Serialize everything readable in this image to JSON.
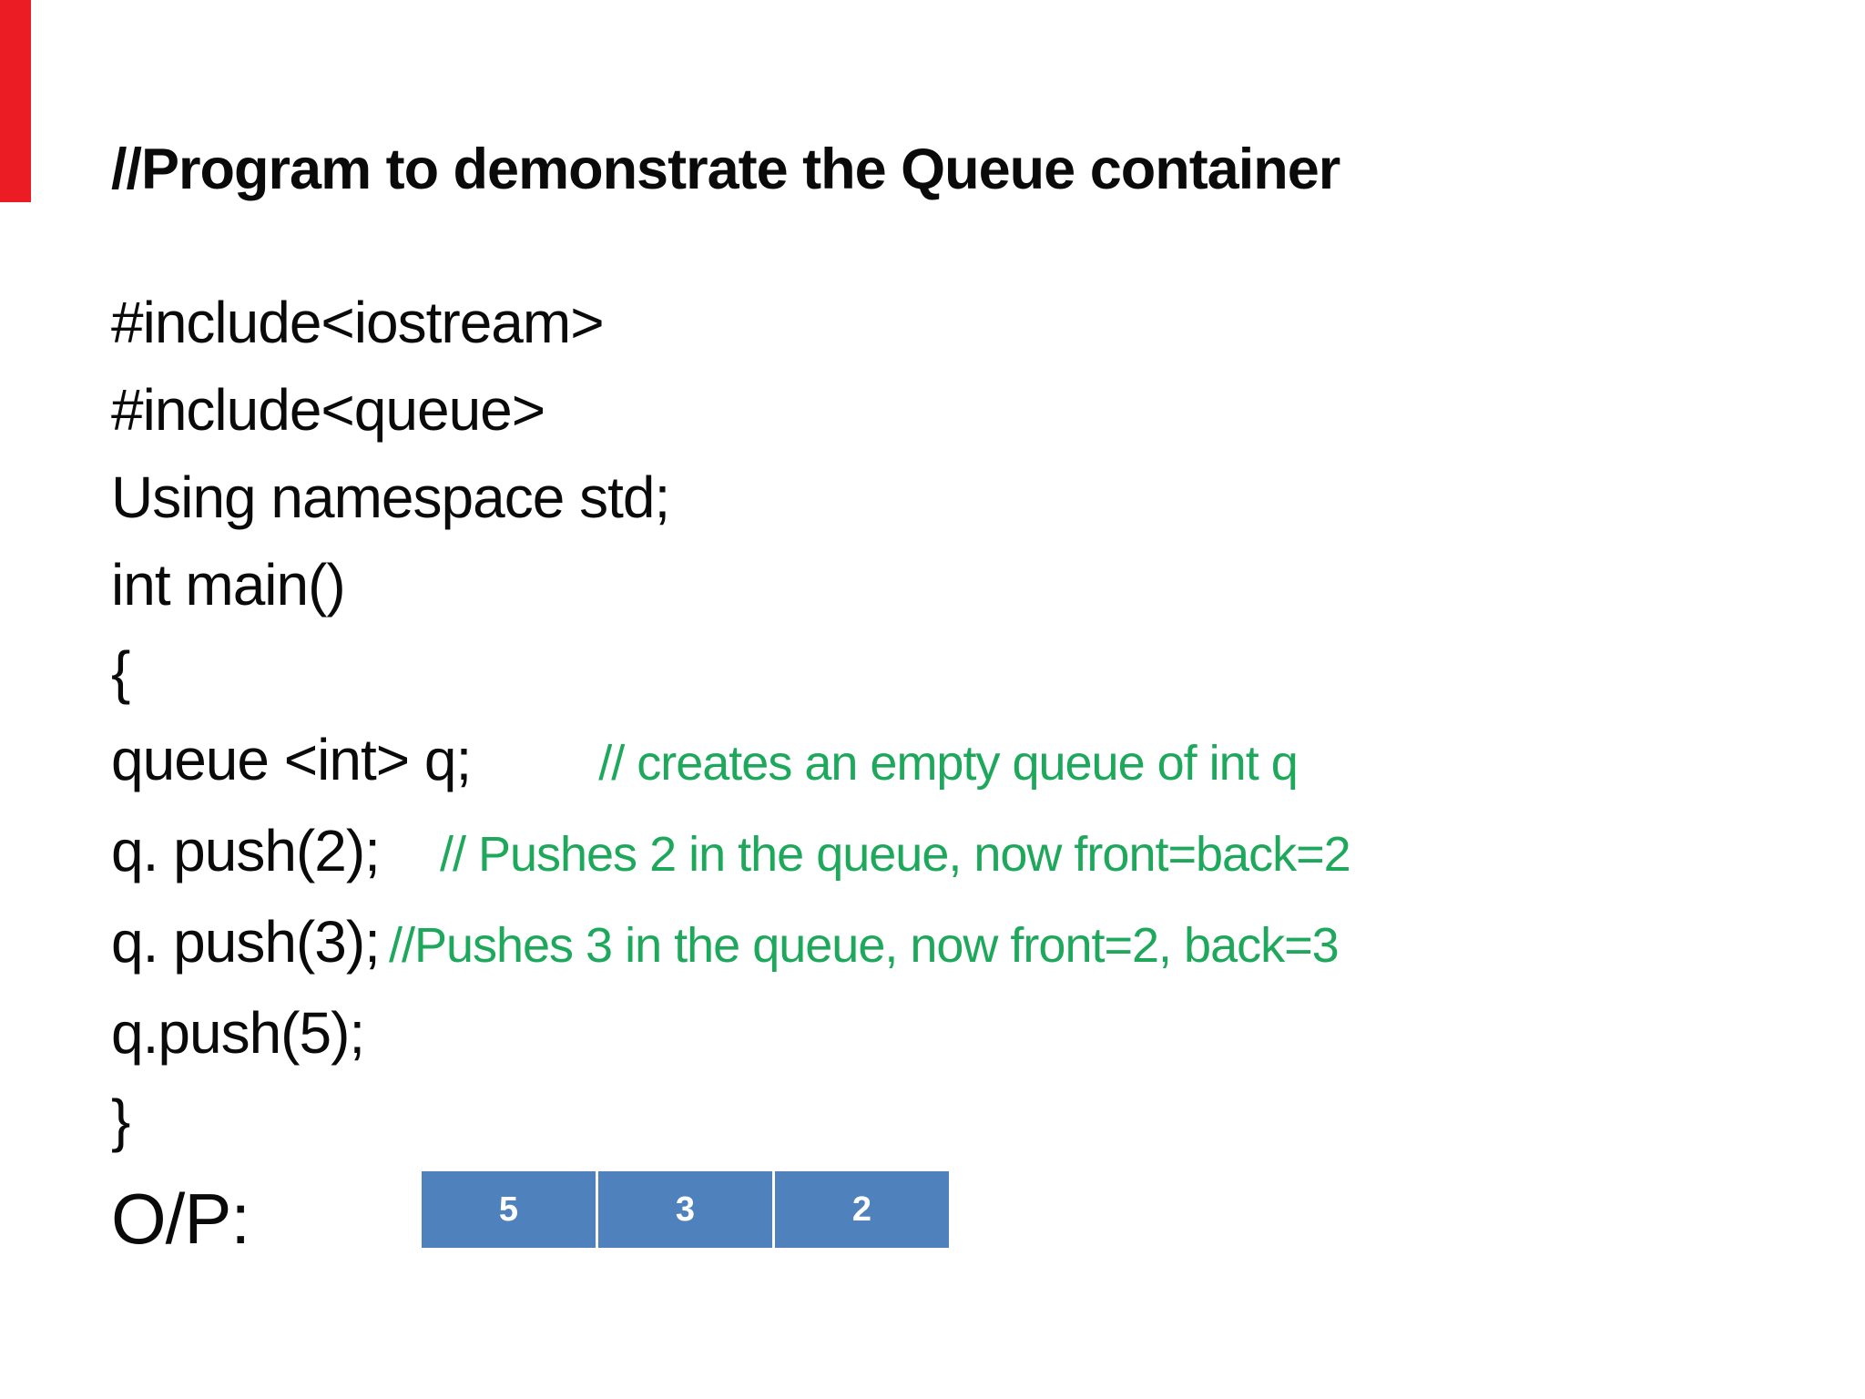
{
  "slide": {
    "title": "//Program to demonstrate the Queue container",
    "code_lines": [
      {
        "code": "#include<iostream>"
      },
      {
        "code": "#include<queue>"
      },
      {
        "code": "Using namespace std;"
      },
      {
        "code": "int main()"
      },
      {
        "code": "{"
      },
      {
        "code": "queue <int> q;",
        "comment": "// creates an empty queue of int q"
      },
      {
        "code": "q. push(2);",
        "comment": "// Pushes 2 in the queue, now front=back=2"
      },
      {
        "code": "q. push(3);",
        "comment": "//Pushes 3 in the queue, now front=2, back=3"
      },
      {
        "code": "q.push(5);"
      },
      {
        "code": "}"
      }
    ],
    "output": {
      "label": "O/P:",
      "cells": [
        "5",
        "3",
        "2"
      ]
    },
    "colors": {
      "comment_green": "#1EA85C",
      "table_blue": "#4F81BD",
      "marker_red": "#EC1C24",
      "text_black": "#0a0a0a"
    }
  }
}
